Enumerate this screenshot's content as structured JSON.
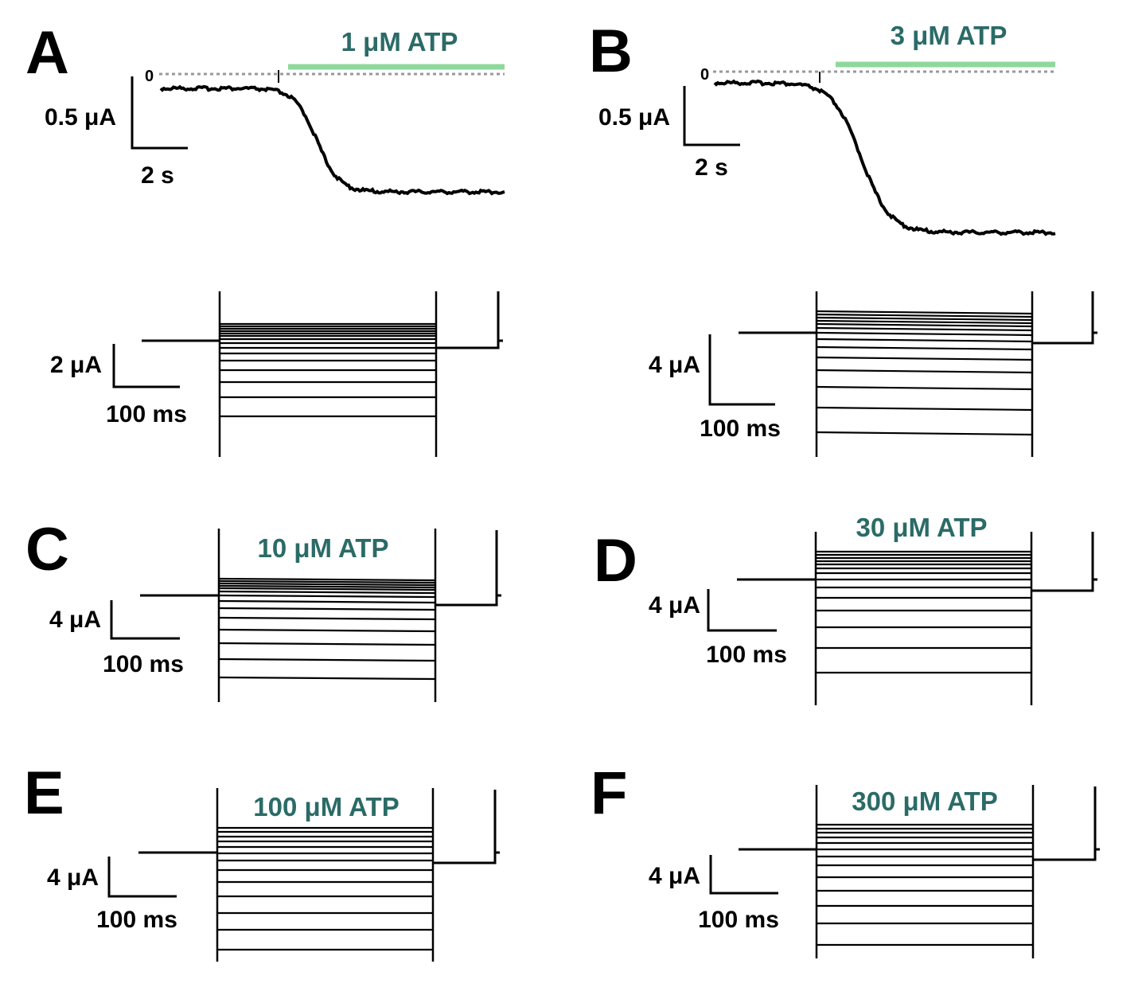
{
  "colors": {
    "atp_label": "#2b6b67",
    "atp_bar": "#8fd89c",
    "trace": "#000000",
    "baseline": "#999999"
  },
  "panels": {
    "A": {
      "letter": "A",
      "atp": "1 μM ATP",
      "zero": "0",
      "current_scale": "0.5 μA",
      "time_scale": "2 s",
      "voltage_current_scale": "2 μA",
      "voltage_time_scale": "100 ms"
    },
    "B": {
      "letter": "B",
      "atp": "3 μM ATP",
      "zero": "0",
      "current_scale": "0.5 μA",
      "time_scale": "2 s",
      "voltage_current_scale": "4 μA",
      "voltage_time_scale": "100 ms"
    },
    "C": {
      "letter": "C",
      "atp": "10 μM ATP",
      "current_scale": "4 μA",
      "time_scale": "100 ms"
    },
    "D": {
      "letter": "D",
      "atp": "30 μM ATP",
      "current_scale": "4 μA",
      "time_scale": "100 ms"
    },
    "E": {
      "letter": "E",
      "atp": "100 μM ATP",
      "current_scale": "4 μA",
      "time_scale": "100 ms"
    },
    "F": {
      "letter": "F",
      "atp": "300 μM ATP",
      "current_scale": "4 μA",
      "time_scale": "100 ms"
    }
  }
}
